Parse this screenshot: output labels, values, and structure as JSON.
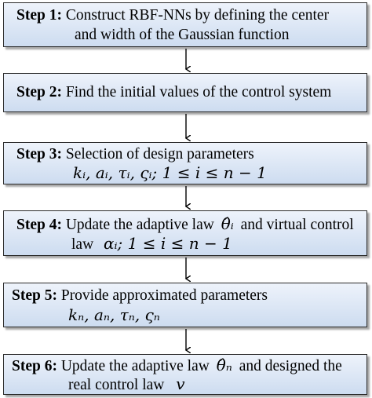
{
  "steps": [
    {
      "label": "Step 1:",
      "lines": [
        "Construct RBF-NNs by defining the  center",
        "and width of the Gaussian function"
      ]
    },
    {
      "label": "Step 2:",
      "lines": [
        "Find the initial values of the control system"
      ]
    },
    {
      "label": "Step 3:",
      "lines": [
        "Selection of design parameters"
      ],
      "math": "kᵢ, aᵢ, τᵢ, ςᵢ; 1 ≤ i ≤ n − 1"
    },
    {
      "label": "Step 4:",
      "line1_text": "Update the adaptive law",
      "line1_math": "θ̂ᵢ",
      "line1_tail": "and virtual control",
      "line2_text": "law",
      "line2_math": "αᵢ; 1 ≤ i ≤ n − 1"
    },
    {
      "label": "Step 5:",
      "lines": [
        "Provide approximated parameters"
      ],
      "math": "kₙ, aₙ, τₙ, ςₙ"
    },
    {
      "label": "Step 6:",
      "line1_text": "Update the adaptive law",
      "line1_math": "θ̂ₙ",
      "line1_tail": "and designed the",
      "line2_text": "real control law",
      "line2_math": "v"
    }
  ],
  "colors": {
    "box_top": "#eef3fb",
    "box_bottom": "#cddcf0",
    "border": "#2a2a2a",
    "arrow": "#000000"
  }
}
